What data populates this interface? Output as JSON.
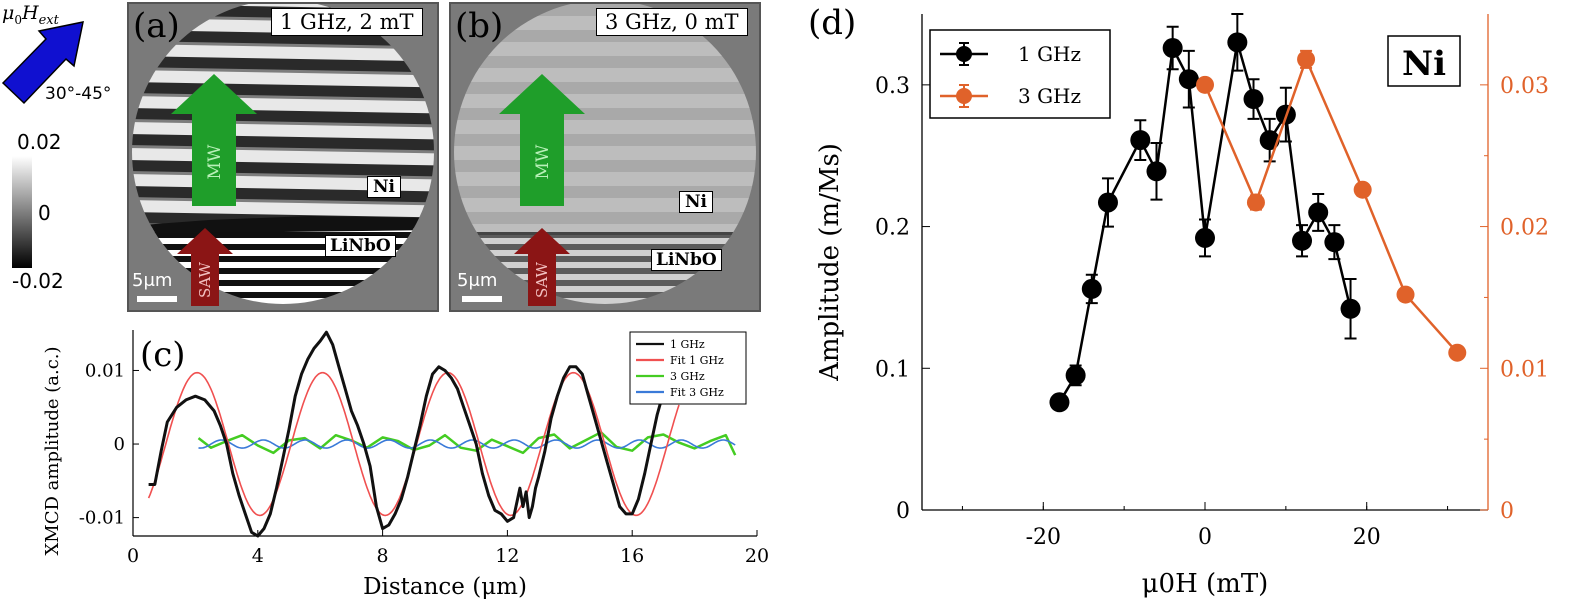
{
  "field_indicator": {
    "label_base": "μ",
    "label_sub0": "0",
    "label_main": "H",
    "label_sub": "ext",
    "angle_label": "30°-45°"
  },
  "colorbar": {
    "max_label": "0.02",
    "mid_label": "0",
    "min_label": "-0.02",
    "max": 0.02,
    "min": -0.02
  },
  "panel_a": {
    "tag": "(a)",
    "condition": "1 GHz, 2 mT",
    "mw_label": "MW",
    "saw_label": "SAW",
    "material_top": "Ni",
    "material_bottom": "LiNbO",
    "scalebar_label": "5μm"
  },
  "panel_b": {
    "tag": "(b)",
    "condition": "3 GHz, 0 mT",
    "mw_label": "MW",
    "saw_label": "SAW",
    "material_top": "Ni",
    "material_bottom": "LiNbO",
    "scalebar_label": "5μm"
  },
  "colors": {
    "arrow_blue": "#1010d0",
    "mw_green": "#1f9e2a",
    "saw_red": "#8b1515",
    "frame_gray": "#7a7a7a",
    "orange": "#e0622a",
    "fit1": "#f05050",
    "trace3": "#44cc22",
    "fit3": "#3a7ad8"
  },
  "chart_data": [
    {
      "panel": "(c)",
      "type": "line",
      "xlabel": "Distance (μm)",
      "ylabel": "XMCD amplitude (a.c.)",
      "xlim": [
        0,
        20
      ],
      "ylim": [
        -0.0125,
        0.0155
      ],
      "xticks": [
        0,
        4,
        8,
        12,
        16,
        20
      ],
      "yticks": [
        -0.01,
        0,
        0.01
      ],
      "xtick_labels": [
        "0",
        "4",
        "8",
        "12",
        "16",
        "20"
      ],
      "ytick_labels": [
        "-0.01",
        "0",
        "0.01"
      ],
      "legend": "top-right",
      "series": [
        {
          "name": "1 GHz",
          "color": "#111111",
          "x": [
            0.5,
            0.7,
            0.9,
            1.1,
            1.4,
            1.7,
            2.0,
            2.3,
            2.6,
            2.8,
            3.0,
            3.2,
            3.4,
            3.6,
            3.8,
            4.0,
            4.2,
            4.4,
            4.6,
            4.8,
            5.0,
            5.2,
            5.4,
            5.6,
            5.8,
            6.0,
            6.2,
            6.4,
            6.6,
            6.8,
            7.0,
            7.2,
            7.4,
            7.6,
            7.8,
            8.0,
            8.2,
            8.4,
            8.6,
            8.8,
            9.0,
            9.2,
            9.4,
            9.6,
            9.8,
            10.0,
            10.2,
            10.4,
            10.6,
            10.8,
            11.0,
            11.2,
            11.4,
            11.6,
            11.8,
            12.0,
            12.2,
            12.4,
            12.5,
            12.6,
            12.7,
            12.8,
            12.9,
            13.0,
            13.2,
            13.4,
            13.6,
            13.8,
            14.0,
            14.2,
            14.4,
            14.6,
            14.8,
            15.0,
            15.2,
            15.4,
            15.6,
            15.8,
            16.0,
            16.2,
            16.4,
            16.6,
            16.8,
            17.0,
            17.2
          ],
          "y": [
            -0.0055,
            -0.0055,
            -0.001,
            0.003,
            0.005,
            0.006,
            0.0065,
            0.006,
            0.0045,
            0.0025,
            0.0,
            -0.004,
            -0.007,
            -0.0095,
            -0.012,
            -0.0125,
            -0.0115,
            -0.0095,
            -0.006,
            -0.002,
            0.002,
            0.0065,
            0.0095,
            0.0115,
            0.013,
            0.014,
            0.0152,
            0.0135,
            0.0105,
            0.0075,
            0.0045,
            0.0025,
            0.0,
            -0.003,
            -0.0085,
            -0.0115,
            -0.011,
            -0.0095,
            -0.0075,
            -0.0045,
            -0.001,
            0.0025,
            0.0065,
            0.0095,
            0.0105,
            0.01,
            0.009,
            0.0075,
            0.005,
            0.0025,
            0.0,
            -0.004,
            -0.007,
            -0.009,
            -0.0095,
            -0.0105,
            -0.01,
            -0.006,
            -0.0085,
            -0.0065,
            -0.01,
            -0.0085,
            -0.006,
            -0.0045,
            -0.001,
            0.0035,
            0.0065,
            0.009,
            0.0105,
            0.0105,
            0.0095,
            0.0065,
            0.0035,
            0.0005,
            -0.0025,
            -0.0055,
            -0.0085,
            -0.0095,
            -0.0095,
            -0.0075,
            -0.004,
            0.0,
            0.004,
            0.007,
            0.009
          ]
        },
        {
          "name": "Fit 1 GHz",
          "color": "#f05050",
          "function": "sine",
          "amplitude": 0.0097,
          "period": 4.02,
          "phase_zero_x": 1.05,
          "x_range": [
            0.5,
            17.5
          ]
        },
        {
          "name": "3 GHz",
          "color": "#44cc22",
          "x": [
            2.1,
            2.5,
            3.0,
            3.5,
            4.0,
            4.5,
            5.0,
            5.5,
            6.0,
            6.5,
            7.0,
            7.5,
            8.0,
            8.5,
            9.0,
            9.5,
            10.0,
            10.5,
            11.0,
            11.5,
            12.0,
            12.5,
            13.0,
            13.5,
            14.0,
            14.5,
            15.0,
            15.5,
            16.0,
            16.5,
            17.0,
            17.5,
            18.0,
            18.5,
            19.0,
            19.3
          ],
          "y": [
            0.0008,
            -0.0005,
            0.0004,
            0.0012,
            -0.0002,
            -0.0012,
            0.0005,
            0.0008,
            -0.0006,
            0.0012,
            0.0005,
            -0.0005,
            0.0009,
            0.0004,
            -0.0008,
            -0.0002,
            0.0012,
            -0.0005,
            -0.0009,
            0.0006,
            -0.0003,
            -0.0012,
            0.0008,
            0.0013,
            -0.0006,
            0.0005,
            0.0016,
            -0.0004,
            -0.0009,
            0.0009,
            0.0013,
            0.0002,
            -0.0006,
            0.0004,
            0.0012,
            -0.0015
          ]
        },
        {
          "name": "Fit 3 GHz",
          "color": "#3a7ad8",
          "function": "sine",
          "amplitude": 0.00055,
          "period": 1.34,
          "phase_zero_x": 2.5,
          "x_range": [
            2.1,
            19.3
          ]
        }
      ]
    },
    {
      "panel": "(d)",
      "type": "line",
      "annotation": "Ni",
      "xlabel": "μ0H (mT)",
      "ylabel": "Amplitude (m/Ms)",
      "xlim": [
        -35,
        35
      ],
      "ylim_left": [
        0,
        0.35
      ],
      "ylim_right": [
        0,
        0.035
      ],
      "xticks": [
        -20,
        0,
        20
      ],
      "yticks_left": [
        0,
        0.1,
        0.2,
        0.3
      ],
      "yticks_right": [
        0,
        0.01,
        0.02,
        0.03
      ],
      "xtick_labels": [
        "-20",
        "0",
        "20"
      ],
      "ytick_labels_left": [
        "0",
        "0.1",
        "0.2",
        "0.3"
      ],
      "ytick_labels_right": [
        "0",
        "0.01",
        "0.02",
        "0.03"
      ],
      "legend": "top-left",
      "series": [
        {
          "name": "1 GHz",
          "axis": "left",
          "color": "#000000",
          "x": [
            -18,
            -16,
            -14,
            -12,
            -8,
            -6,
            -4,
            -2,
            0,
            4,
            6,
            8,
            10,
            12,
            14,
            16,
            18
          ],
          "y": [
            0.076,
            0.095,
            0.156,
            0.217,
            0.261,
            0.239,
            0.326,
            0.304,
            0.192,
            0.33,
            0.29,
            0.261,
            0.279,
            0.19,
            0.21,
            0.189,
            0.142
          ],
          "err": [
            0.0,
            0.007,
            0.01,
            0.017,
            0.014,
            0.02,
            0.015,
            0.02,
            0.013,
            0.02,
            0.014,
            0.015,
            0.019,
            0.011,
            0.013,
            0.012,
            0.021
          ]
        },
        {
          "name": "3 GHz",
          "axis": "right",
          "color": "#e0622a",
          "x": [
            0,
            6.3,
            12.5,
            19.5,
            24.8,
            31.2
          ],
          "y": [
            0.03,
            0.0217,
            0.0318,
            0.0226,
            0.0152,
            0.0111
          ],
          "err": [
            0.0,
            0.0005,
            0.0006,
            0.0,
            0.0,
            0.0
          ]
        }
      ]
    }
  ]
}
